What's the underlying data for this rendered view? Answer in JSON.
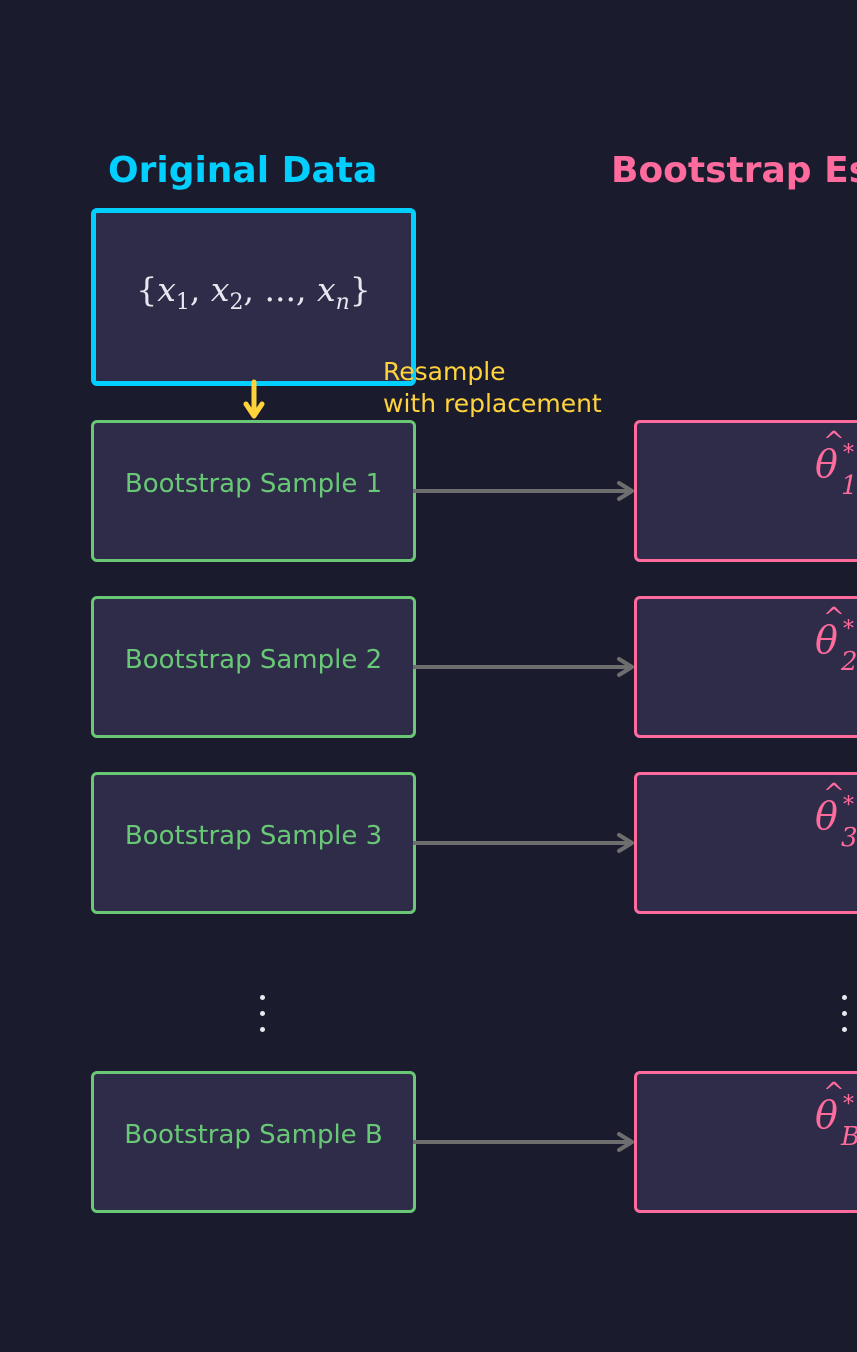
{
  "headings": {
    "original": "Original Data",
    "bootstrap": "Bootstrap Estimates"
  },
  "original_set": {
    "open": "{",
    "var": "x",
    "sub1": "1",
    "sub2": "2",
    "sep": ", ",
    "ellipsis": "...",
    "subn": "n",
    "close": "}"
  },
  "resample_note": {
    "line1": "Resample",
    "line2": "with replacement"
  },
  "samples": [
    "Bootstrap Sample 1",
    "Bootstrap Sample 2",
    "Bootstrap Sample 3",
    "Bootstrap Sample B"
  ],
  "estimates": [
    {
      "symbol": "θ",
      "hat": "^",
      "sup": "*",
      "sub": "1"
    },
    {
      "symbol": "θ",
      "hat": "^",
      "sup": "*",
      "sub": "2"
    },
    {
      "symbol": "θ",
      "hat": "^",
      "sup": "*",
      "sub": "3"
    },
    {
      "symbol": "θ",
      "hat": "^",
      "sup": "*",
      "sub": "B"
    }
  ],
  "colors": {
    "background": "#1b1b2e",
    "box_fill": "#2e2c48",
    "original": "#00cfff",
    "sample": "#69c876",
    "estimate": "#ff6b9d",
    "resample_arrow": "#ffd43b",
    "connector": "#6e6e6e",
    "text_light": "#e8e8f0"
  }
}
